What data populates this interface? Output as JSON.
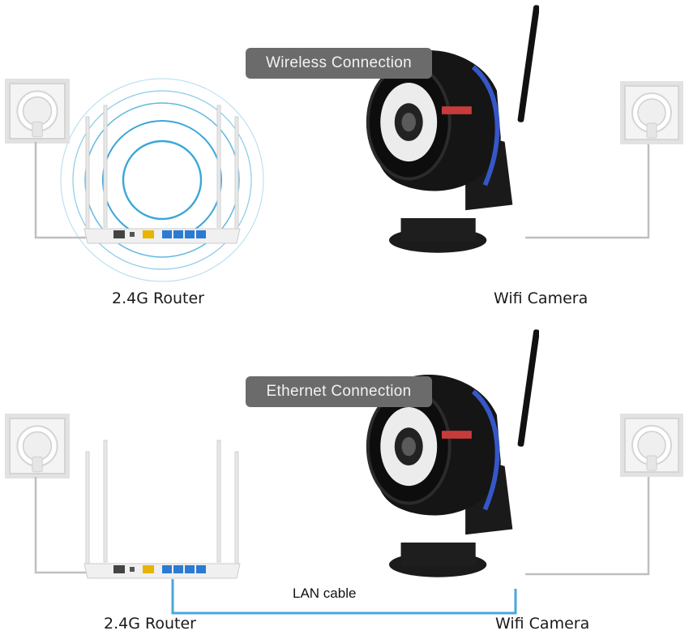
{
  "colors": {
    "badge_bg": "#6b6b6b",
    "cable": "#bfbfbf",
    "lan_cable": "#4aa7dc",
    "wifi_ring": "#3aa7d8",
    "camera_ring": "#3557c8"
  },
  "icons": [
    "power-outlet-icon",
    "router-icon",
    "wifi-signal-icon",
    "camera-icon"
  ],
  "wireless": {
    "badge": "Wireless Connection",
    "router_label": "2.4G Router",
    "camera_label": "Wifi Camera"
  },
  "ethernet": {
    "badge": "Ethernet Connection",
    "router_label": "2.4G Router",
    "camera_label": "Wifi Camera",
    "cable_label": "LAN cable"
  }
}
